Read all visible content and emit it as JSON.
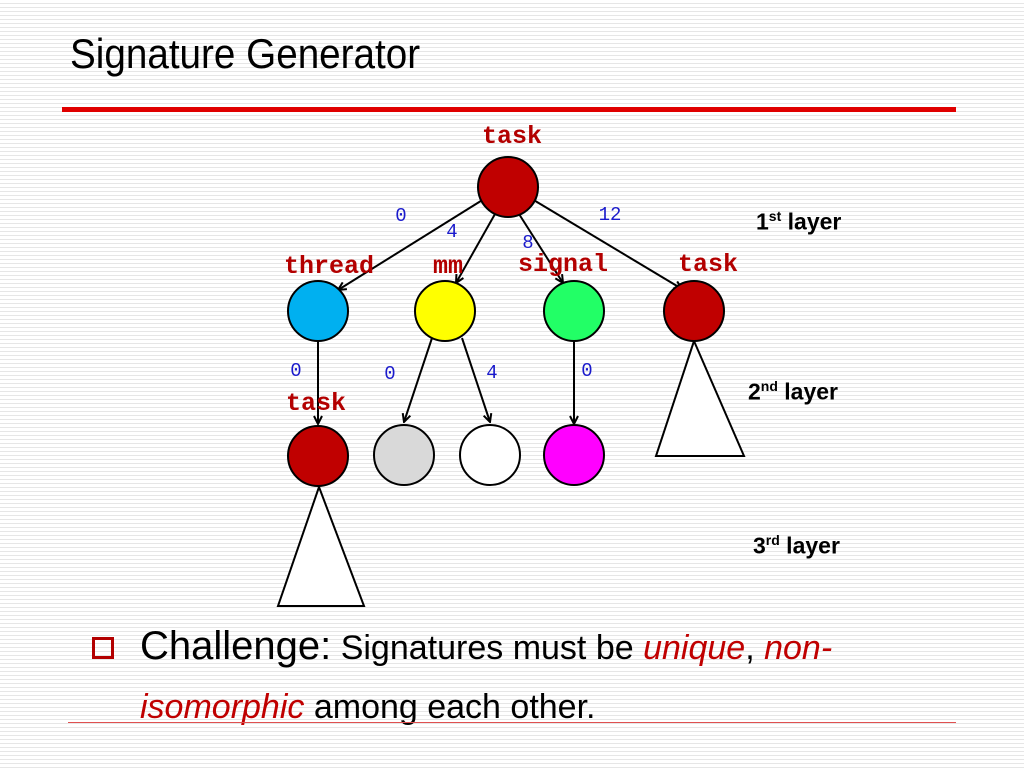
{
  "title": "Signature Generator",
  "nodes": {
    "root": {
      "label": "task",
      "color": "#c00000"
    },
    "thread": {
      "label": "thread",
      "color": "#00b0f0"
    },
    "mm": {
      "label": "mm",
      "color": "#ffff00"
    },
    "signal": {
      "label": "signal",
      "color": "#22ff66"
    },
    "task1": {
      "label": "task",
      "color": "#c00000"
    },
    "task2": {
      "label": "task",
      "color": "#c00000"
    },
    "gray": {
      "color": "#d9d9d9"
    },
    "white": {
      "color": "#ffffff"
    },
    "magenta": {
      "color": "#ff00ff"
    }
  },
  "edges": {
    "root_thread": "0",
    "root_mm": "4",
    "root_signal": "8",
    "root_task": "12",
    "thread_task": "0",
    "mm_left": "0",
    "mm_right": "4",
    "signal_child": "0"
  },
  "layers": {
    "first": {
      "num": "1",
      "sup": "st",
      "text": " layer"
    },
    "second": {
      "num": "2",
      "sup": "nd",
      "text": " layer"
    },
    "third": {
      "num": "3",
      "sup": "rd",
      "text": " layer"
    }
  },
  "bullet": {
    "lead": "Challenge:",
    "text1": " Signatures must be ",
    "unique": "unique",
    "comma": ", ",
    "nonisomorphic": "non-isomorphic",
    "text2": " among each other."
  }
}
